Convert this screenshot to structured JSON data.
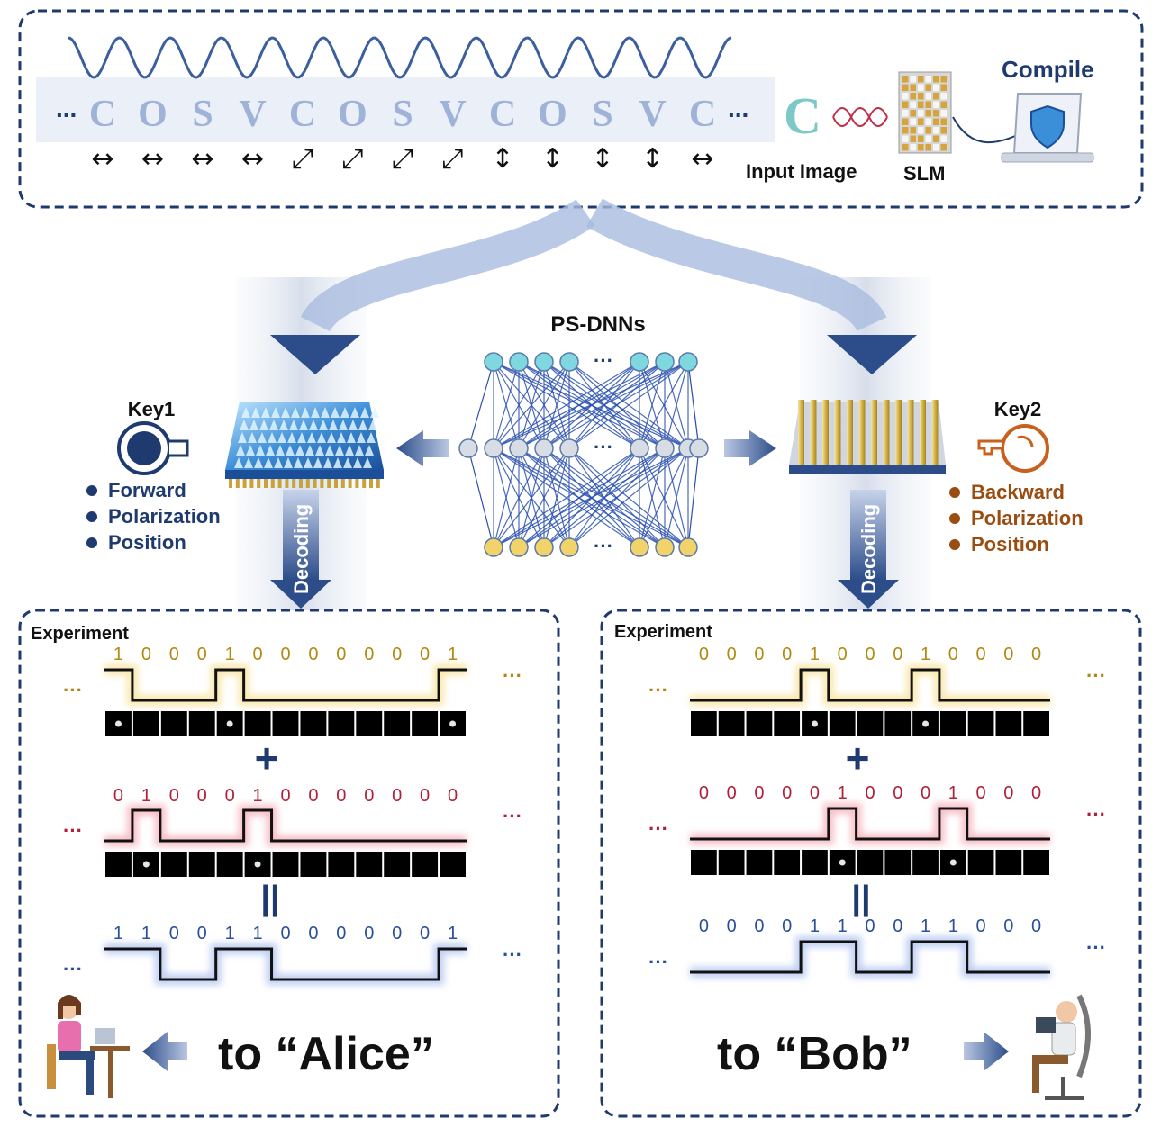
{
  "top": {
    "ellipsis": "...",
    "letters": [
      "C",
      "O",
      "S",
      "V",
      "C",
      "O",
      "S",
      "V",
      "C",
      "O",
      "S",
      "V",
      "C"
    ],
    "arrows": [
      "↔",
      "↔",
      "↔",
      "↔",
      "⤢",
      "⤢",
      "⤢",
      "⤢",
      "↕",
      "↕",
      "↕",
      "↕",
      "↔"
    ],
    "input_image_label": "Input Image",
    "slm_label": "SLM",
    "compile_label": "Compile"
  },
  "network": {
    "title": "PS-DNNs",
    "dots": "···"
  },
  "key1": {
    "title": "Key1",
    "items": [
      "Forward",
      "Polarization",
      "Position"
    ],
    "color": "#1f3a6e"
  },
  "key2": {
    "title": "Key2",
    "items": [
      "Backward",
      "Polarization",
      "Position"
    ],
    "color": "#9a4d10"
  },
  "decoding_label": "Decoding",
  "left_panel": {
    "title": "Experiment",
    "row1_bits": [
      "1",
      "0",
      "0",
      "0",
      "1",
      "0",
      "0",
      "0",
      "0",
      "0",
      "0",
      "0",
      "1"
    ],
    "row2_bits": [
      "0",
      "1",
      "0",
      "0",
      "0",
      "1",
      "0",
      "0",
      "0",
      "0",
      "0",
      "0",
      "0"
    ],
    "row3_bits": [
      "1",
      "1",
      "0",
      "0",
      "1",
      "1",
      "0",
      "0",
      "0",
      "0",
      "0",
      "0",
      "1"
    ],
    "plus": "+",
    "equals": "||",
    "ellipsis": "···",
    "recipient": "to “Alice”"
  },
  "right_panel": {
    "title": "Experiment",
    "row1_bits": [
      "0",
      "0",
      "0",
      "0",
      "1",
      "0",
      "0",
      "0",
      "1",
      "0",
      "0",
      "0",
      "0"
    ],
    "row2_bits": [
      "0",
      "0",
      "0",
      "0",
      "0",
      "1",
      "0",
      "0",
      "0",
      "1",
      "0",
      "0",
      "0"
    ],
    "row3_bits": [
      "0",
      "0",
      "0",
      "0",
      "1",
      "1",
      "0",
      "0",
      "1",
      "1",
      "0",
      "0",
      "0"
    ],
    "plus": "+",
    "equals": "||",
    "ellipsis": "···",
    "recipient": "to “Bob”"
  },
  "colors": {
    "navy": "#1f3a6e",
    "gold": "#b08a10",
    "red": "#b0203a",
    "blue": "#2a4f9a",
    "orange": "#a0521a"
  }
}
